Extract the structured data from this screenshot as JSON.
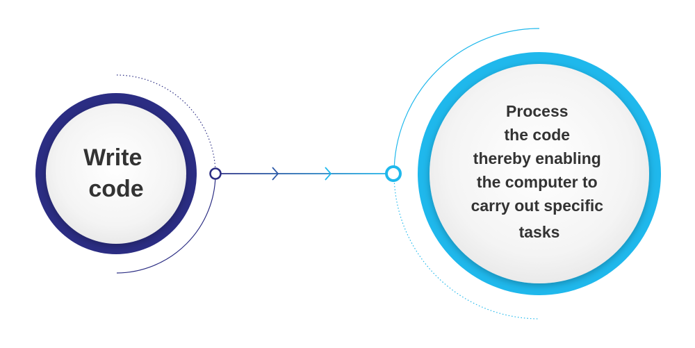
{
  "diagram": {
    "step1": {
      "lines": [
        "Write",
        "code"
      ]
    },
    "step2": {
      "lines": [
        "Process",
        "the code",
        "thereby enabling",
        "the computer to",
        "carry out specific",
        "tasks"
      ]
    },
    "colors": {
      "navy": "#2b2d83",
      "cyan": "#1fb8ec",
      "text": "#333333",
      "inner_fill": "#f3f3f3"
    }
  }
}
